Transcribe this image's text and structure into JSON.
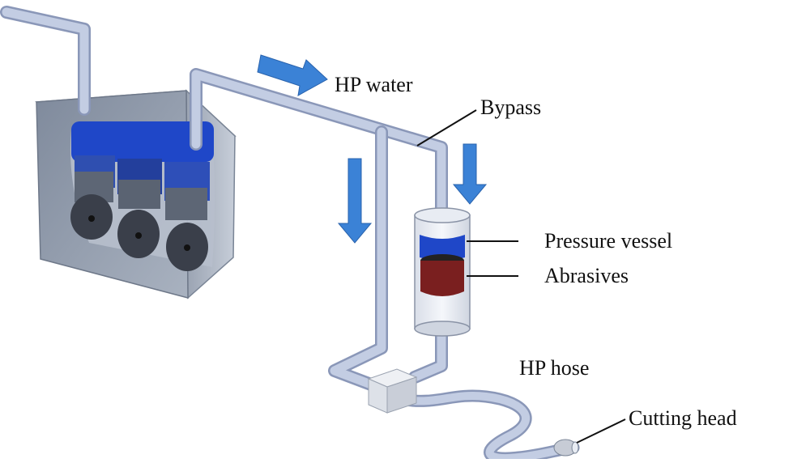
{
  "labels": {
    "hp_water": "HP water",
    "bypass": "Bypass",
    "pressure_vessel": "Pressure vessel",
    "abrasives": "Abrasives",
    "hp_hose": "HP hose",
    "cutting_head": "Cutting head"
  },
  "colors": {
    "pipe_fill": "#b9c4dc",
    "pipe_edge": "#8a97b8",
    "flow_arrow": "#3b82d6",
    "pump_housing": "#8f99a8",
    "pump_piston": "#1f47c8",
    "abrasive": "#7a1f1f"
  },
  "icons": {
    "flow": "arrow-icon"
  }
}
